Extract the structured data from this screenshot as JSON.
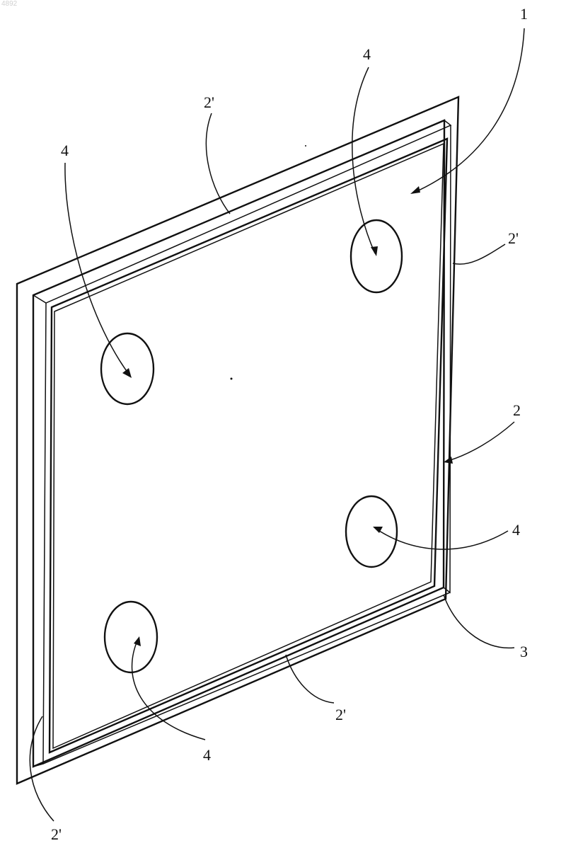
{
  "corner_mark": "4892",
  "colors": {
    "ink": "#111111",
    "paper": "#ffffff"
  },
  "labels": {
    "plate": "1",
    "frame": "2",
    "frame_side": "2'",
    "edge": "3",
    "pad": "4"
  }
}
